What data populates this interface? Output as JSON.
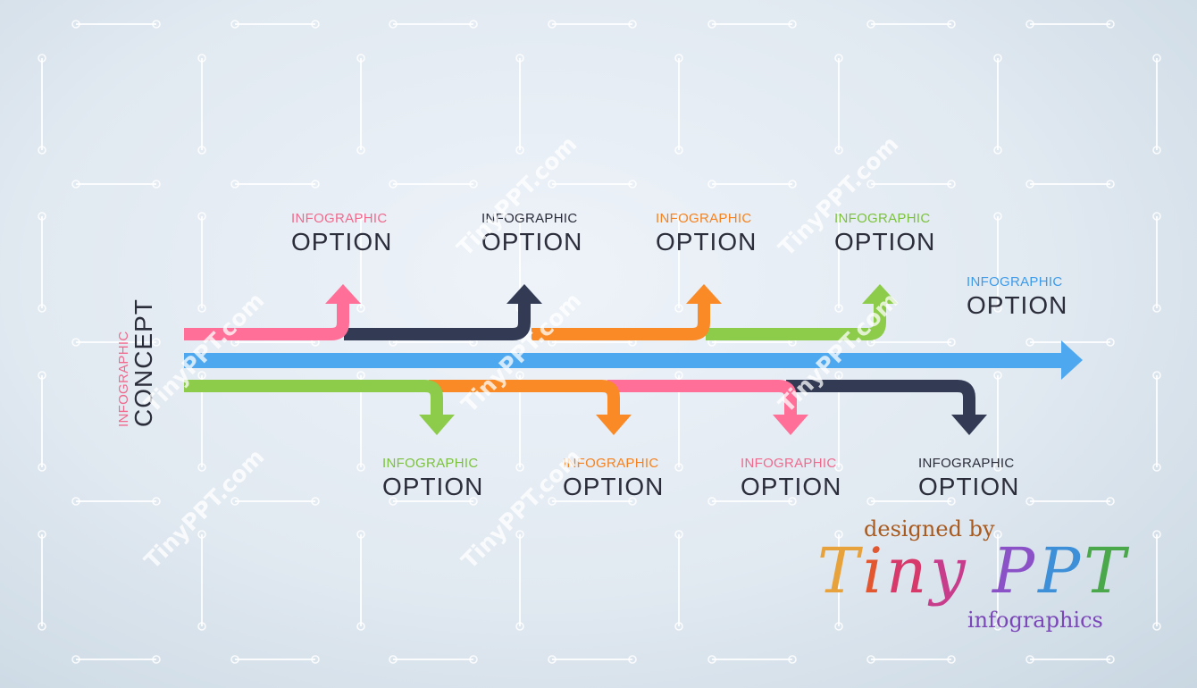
{
  "colors": {
    "pink": "#ff6f97",
    "navy": "#323a54",
    "orange": "#f98a26",
    "green": "#8ccc4a",
    "blue": "#4da8f0"
  },
  "concept": {
    "small": "INFOGRAPHIC",
    "big": "CONCEPT"
  },
  "top_options": [
    {
      "small": "INFOGRAPHIC",
      "big": "OPTION",
      "color": "#f06a8e"
    },
    {
      "small": "INFOGRAPHIC",
      "big": "OPTION",
      "color": "#2b2d3a"
    },
    {
      "small": "INFOGRAPHIC",
      "big": "OPTION",
      "color": "#f5821f"
    },
    {
      "small": "INFOGRAPHIC",
      "big": "OPTION",
      "color": "#7cc23e"
    }
  ],
  "main_option": {
    "small": "INFOGRAPHIC",
    "big": "OPTION",
    "color": "#3d9be9"
  },
  "bottom_options": [
    {
      "small": "INFOGRAPHIC",
      "big": "OPTION",
      "color": "#7cc23e"
    },
    {
      "small": "INFOGRAPHIC",
      "big": "OPTION",
      "color": "#f5821f"
    },
    {
      "small": "INFOGRAPHIC",
      "big": "OPTION",
      "color": "#f06a8e"
    },
    {
      "small": "INFOGRAPHIC",
      "big": "OPTION",
      "color": "#2b2d3a"
    }
  ],
  "watermark": "TinyPPT.com",
  "brand": {
    "designed_by": "designed by",
    "name": "TinyPPT",
    "sub": "infographics"
  }
}
